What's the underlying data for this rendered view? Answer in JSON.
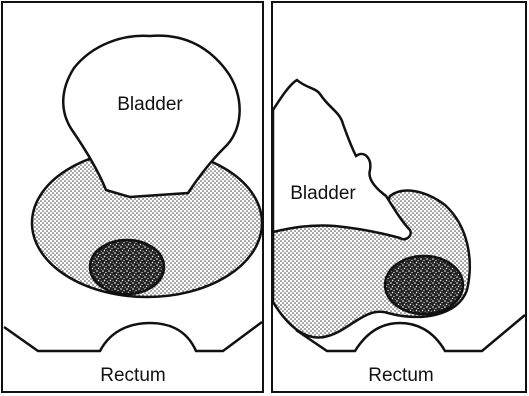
{
  "panels": [
    {
      "bladder_label": "Bladder",
      "rectum_label": "Rectum"
    },
    {
      "bladder_label": "Bladder",
      "rectum_label": "Rectum"
    }
  ],
  "colors": {
    "ink": "#111111",
    "background": "#ffffff",
    "stipple": "#333333"
  }
}
